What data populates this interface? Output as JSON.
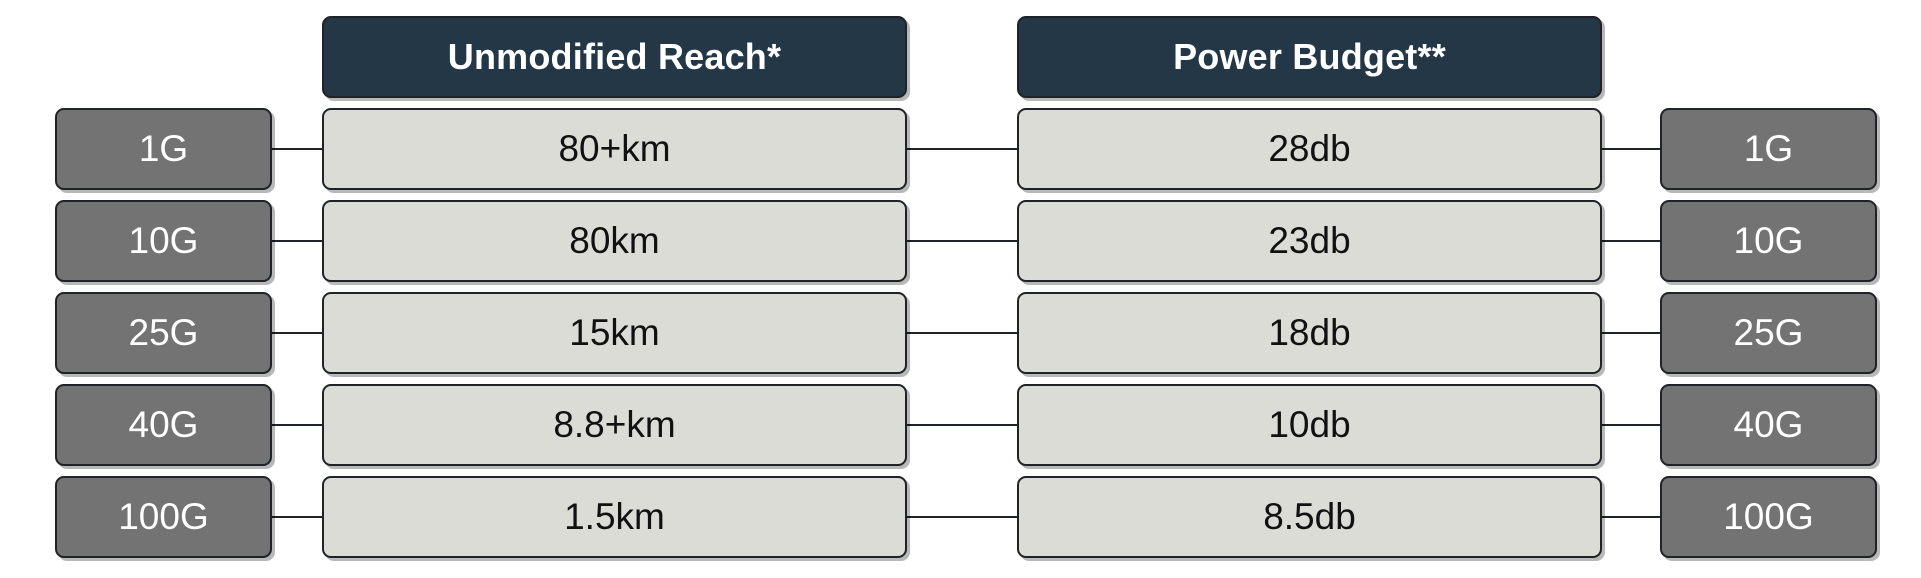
{
  "headers": {
    "reach": "Unmodified Reach*",
    "power": "Power Budget**"
  },
  "rows": [
    {
      "speed_left": "1G",
      "reach": "80+km",
      "power": "28db",
      "speed_right": "1G"
    },
    {
      "speed_left": "10G",
      "reach": "80km",
      "power": "23db",
      "speed_right": "10G"
    },
    {
      "speed_left": "25G",
      "reach": "15km",
      "power": "18db",
      "speed_right": "25G"
    },
    {
      "speed_left": "40G",
      "reach": "8.8+km",
      "power": "10db",
      "speed_right": "40G"
    },
    {
      "speed_left": "100G",
      "reach": "1.5km",
      "power": "8.5db",
      "speed_right": "100G"
    }
  ],
  "colors": {
    "header_fill": "#243746",
    "speed_fill": "#737373",
    "value_fill": "#dcdcd7",
    "outline": "#1f2328"
  }
}
